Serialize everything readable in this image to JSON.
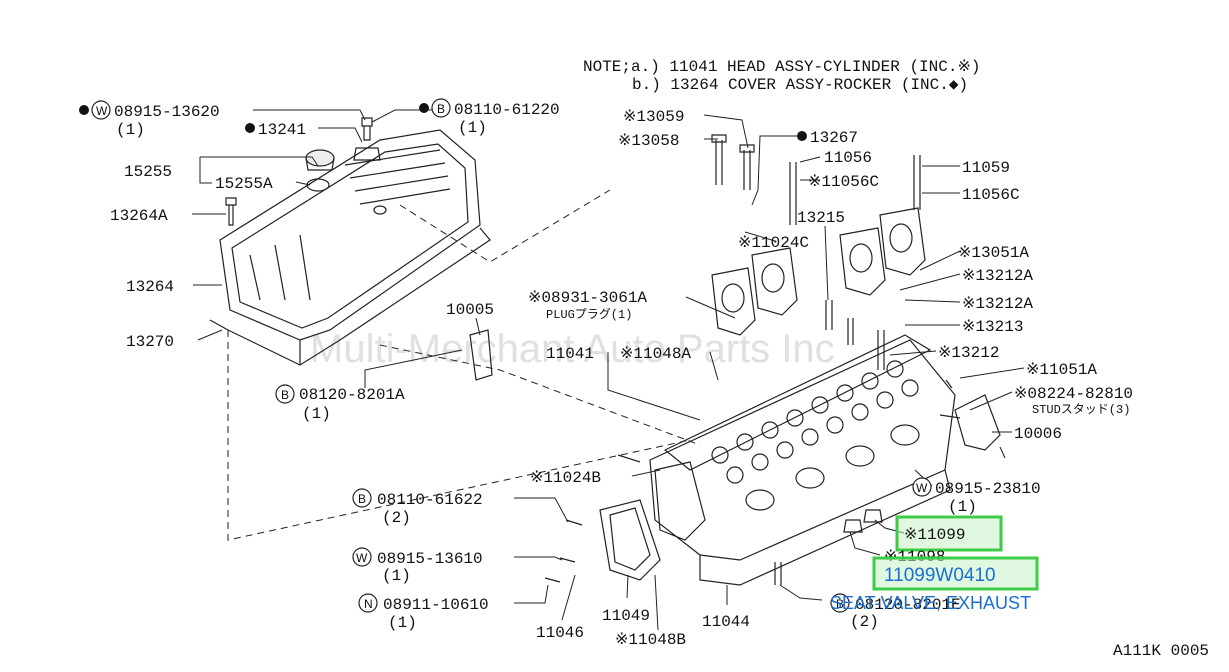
{
  "note": {
    "line_a": "NOTE;a.) 11041 HEAD ASSY-CYLINDER (INC.※)",
    "line_b": "b.) 13264 COVER ASSY-ROCKER (INC.◆)"
  },
  "watermark": "Multi-Merchant Auto Parts Inc",
  "diagram_code": "A111K 0005",
  "selected_part": {
    "number": "11099W0410",
    "description": "SEAT-VALVE, EXHAUST",
    "overlap_text": "08120-8201E"
  },
  "callout_letters": {
    "W": "W",
    "B": "B",
    "N": "N"
  },
  "labels": {
    "p08915_13620": "08915-13620",
    "q08915_13620": "(1)",
    "p13241": "13241",
    "p08110_61220": "08110-61220",
    "q08110_61220": "(1)",
    "p15255": "15255",
    "p15255A": "15255A",
    "p13264A": "13264A",
    "p13264": "13264",
    "p13270": "13270",
    "p10005": "10005",
    "p08120_8201A": "08120-8201A",
    "q08120_8201A": "(1)",
    "p13059": "※13059",
    "p13058": "※13058",
    "p13267": "13267",
    "p11056": "11056",
    "p11056C_a": "※11056C",
    "p11059": "11059",
    "p11056C_b": "11056C",
    "p13215": "13215",
    "p11024C": "※11024C",
    "p13051A": "※13051A",
    "p13212A_a": "※13212A",
    "p13212A_b": "※13212A",
    "p13213": "※13213",
    "p13212": "※13212",
    "p08931_3061A": "※08931-3061A",
    "plug": "PLUGプラグ(1)",
    "p11041": "11041",
    "p11048A": "※11048A",
    "p11051A": "※11051A",
    "p08224_82810": "※08224-82810",
    "stud": "STUDスタッド(3)",
    "p10006": "10006",
    "p08915_23810": "08915-23810",
    "q08915_23810": "(1)",
    "p11099": "※11099",
    "p11098": "※11098",
    "p11024B": "※11024B",
    "p08110_61622": "08110-61622",
    "q08110_61622": "(2)",
    "p08915_13610": "08915-13610",
    "q08915_13610": "(1)",
    "p08911_10610": "08911-10610",
    "q08911_10610": "(1)",
    "p11046": "11046",
    "p11049": "11049",
    "p11048B": "※11048B",
    "p11044": "11044",
    "q08120_8201E": "(2)"
  }
}
